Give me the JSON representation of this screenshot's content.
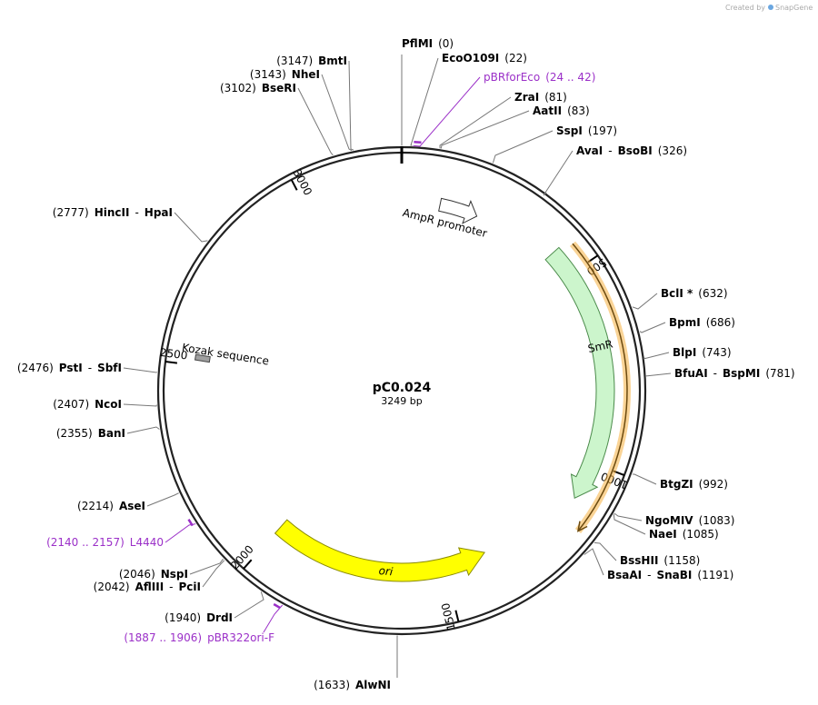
{
  "app": {
    "watermark_prefix": "Created by",
    "watermark_brand": "SnapGene"
  },
  "plasmid": {
    "name": "pC0.024",
    "length_label": "3249 bp",
    "length": 3249
  },
  "colors": {
    "purple": "#9b30c8",
    "ampr_promoter_fill": "#ffffff",
    "smr_fill": "#ccf5cc",
    "ori_fill": "#ffff00",
    "orange_highlight": "#f5b040",
    "kozak_fill": "#a0a0a0"
  },
  "scale_ticks": [
    "500",
    "1000",
    "1500",
    "2000",
    "2500",
    "3000"
  ],
  "features": [
    {
      "id": "ampr-promoter",
      "label": "AmpR promoter",
      "start": 105,
      "end": 210,
      "shape": "arrow-open"
    },
    {
      "id": "smr",
      "label": "SmR",
      "start": 430,
      "end": 1100,
      "shape": "arrow-green"
    },
    {
      "id": "ori",
      "label": "ori",
      "start": 1380,
      "end": 2000,
      "shape": "arrow-yellow"
    },
    {
      "id": "kozak",
      "label": "Kozak sequence",
      "start": 2520,
      "end": 2530,
      "shape": "box"
    }
  ],
  "sites": [
    {
      "parts": [
        [
          "PflMI",
          true
        ],
        [
          "(0)",
          false
        ]
      ]
    },
    {
      "parts": [
        [
          "EcoO109I",
          true
        ],
        [
          "(22)",
          false
        ]
      ]
    },
    {
      "parts": [
        [
          "pBRforEco",
          false
        ],
        [
          "(24 .. 42)",
          false
        ]
      ],
      "purple": true
    },
    {
      "parts": [
        [
          "ZraI",
          true
        ],
        [
          "(81)",
          false
        ]
      ]
    },
    {
      "parts": [
        [
          "AatII",
          true
        ],
        [
          "(83)",
          false
        ]
      ]
    },
    {
      "parts": [
        [
          "SspI",
          true
        ],
        [
          "(197)",
          false
        ]
      ]
    },
    {
      "parts": [
        [
          "AvaI",
          true
        ],
        [
          "-",
          false
        ],
        [
          "BsoBI",
          true
        ],
        [
          "(326)",
          false
        ]
      ]
    },
    {
      "parts": [
        [
          "BclI *",
          true
        ],
        [
          "(632)",
          false
        ]
      ]
    },
    {
      "parts": [
        [
          "BpmI",
          true
        ],
        [
          "(686)",
          false
        ]
      ]
    },
    {
      "parts": [
        [
          "BlpI",
          true
        ],
        [
          "(743)",
          false
        ]
      ]
    },
    {
      "parts": [
        [
          "BfuAI",
          true
        ],
        [
          "-",
          false
        ],
        [
          "BspMI",
          true
        ],
        [
          "(781)",
          false
        ]
      ]
    },
    {
      "parts": [
        [
          "BtgZI",
          true
        ],
        [
          "(992)",
          false
        ]
      ]
    },
    {
      "parts": [
        [
          "NgoMIV",
          true
        ],
        [
          "(1083)",
          false
        ]
      ]
    },
    {
      "parts": [
        [
          "NaeI",
          true
        ],
        [
          "(1085)",
          false
        ]
      ]
    },
    {
      "parts": [
        [
          "BssHII",
          true
        ],
        [
          "(1158)",
          false
        ]
      ]
    },
    {
      "parts": [
        [
          "BsaAI",
          true
        ],
        [
          "-",
          false
        ],
        [
          "SnaBI",
          true
        ],
        [
          "(1191)",
          false
        ]
      ]
    },
    {
      "parts": [
        [
          "(1633)",
          false
        ],
        [
          "AlwNI",
          true
        ]
      ]
    },
    {
      "parts": [
        [
          "(1887 .. 1906)",
          false
        ],
        [
          "pBR322ori-F",
          false
        ]
      ],
      "purple": true
    },
    {
      "parts": [
        [
          "(1940)",
          false
        ],
        [
          "DrdI",
          true
        ]
      ]
    },
    {
      "parts": [
        [
          "(2042)",
          false
        ],
        [
          "AflIII",
          true
        ],
        [
          "-",
          false
        ],
        [
          "PciI",
          true
        ]
      ]
    },
    {
      "parts": [
        [
          "(2046)",
          false
        ],
        [
          "NspI",
          true
        ]
      ]
    },
    {
      "parts": [
        [
          "(2140 .. 2157)",
          false
        ],
        [
          "L4440",
          false
        ]
      ],
      "purple": true
    },
    {
      "parts": [
        [
          "(2214)",
          false
        ],
        [
          "AseI",
          true
        ]
      ]
    },
    {
      "parts": [
        [
          "(2355)",
          false
        ],
        [
          "BanI",
          true
        ]
      ]
    },
    {
      "parts": [
        [
          "(2407)",
          false
        ],
        [
          "NcoI",
          true
        ]
      ]
    },
    {
      "parts": [
        [
          "(2476)",
          false
        ],
        [
          "PstI",
          true
        ],
        [
          "-",
          false
        ],
        [
          "SbfI",
          true
        ]
      ]
    },
    {
      "parts": [
        [
          "(2777)",
          false
        ],
        [
          "HincII",
          true
        ],
        [
          "-",
          false
        ],
        [
          "HpaI",
          true
        ]
      ]
    },
    {
      "parts": [
        [
          "(3102)",
          false
        ],
        [
          "BseRI",
          true
        ]
      ]
    },
    {
      "parts": [
        [
          "(3143)",
          false
        ],
        [
          "NheI",
          true
        ]
      ]
    },
    {
      "parts": [
        [
          "(3147)",
          false
        ],
        [
          "BmtI",
          true
        ]
      ]
    }
  ]
}
